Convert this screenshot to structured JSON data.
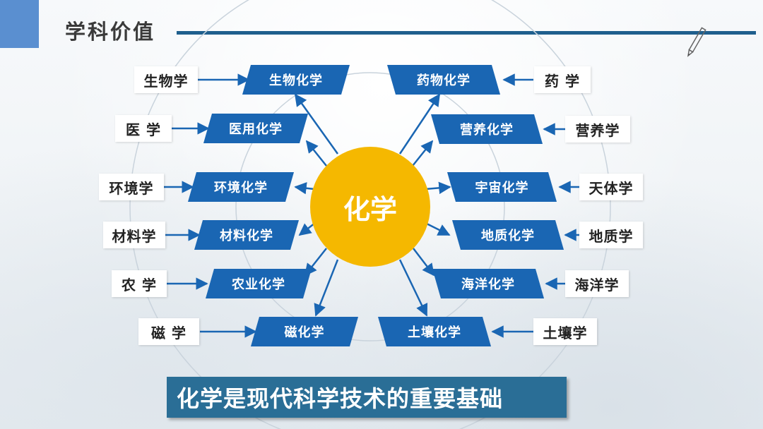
{
  "title": "学科价值",
  "center": "化学",
  "banner": "化学是现代科学技术的重要基础",
  "left": {
    "sources": [
      "生物学",
      "医 学",
      "环境学",
      "材料学",
      "农 学",
      "磁 学"
    ],
    "targets": [
      "生物化学",
      "医用化学",
      "环境化学",
      "材料化学",
      "农业化学",
      "磁化学"
    ]
  },
  "right": {
    "targets": [
      "药物化学",
      "营养化学",
      "宇宙化学",
      "地质化学",
      "海洋化学",
      "土壤化学"
    ],
    "sources": [
      "药 学",
      "营养学",
      "天体学",
      "地质学",
      "海洋学",
      "土壤学"
    ]
  },
  "colors": {
    "accent": "#1a66b3",
    "center": "#f5b800",
    "banner": "#2a6e96",
    "title_rule": "#1f5f8d",
    "corner": "#5a8fd0"
  }
}
